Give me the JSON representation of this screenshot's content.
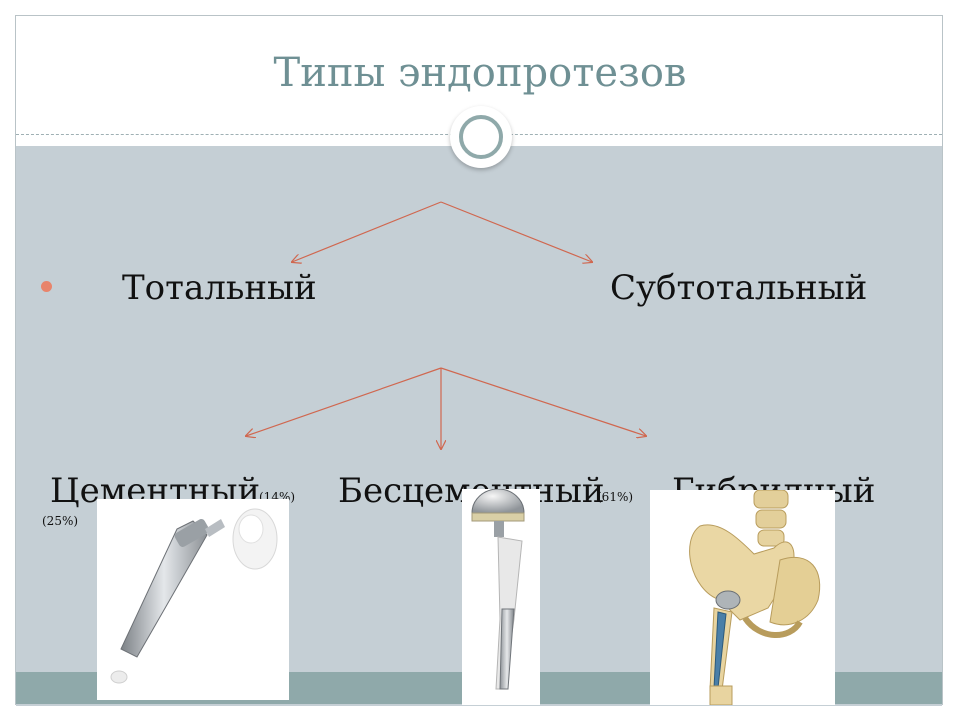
{
  "slide": {
    "title": "Типы эндопротезов",
    "level1": {
      "left": "Тотальный",
      "right": "Субтотальный"
    },
    "level2": {
      "cement": "Цементный",
      "cement_pct": "(14%)",
      "cement_pct2": "(25%)",
      "cementless": "Бесцементный",
      "cementless_pct": "(61%)",
      "hybrid": "Гибридный"
    }
  },
  "colors": {
    "title": "#6f9094",
    "accent": "#e8846b",
    "teal": "#8fa9aa",
    "panel": "#c5cfd5"
  },
  "images": [
    {
      "name": "cemented-hip-stem-image"
    },
    {
      "name": "cementless-hip-stem-image"
    },
    {
      "name": "hybrid-hip-pelvis-image"
    }
  ]
}
